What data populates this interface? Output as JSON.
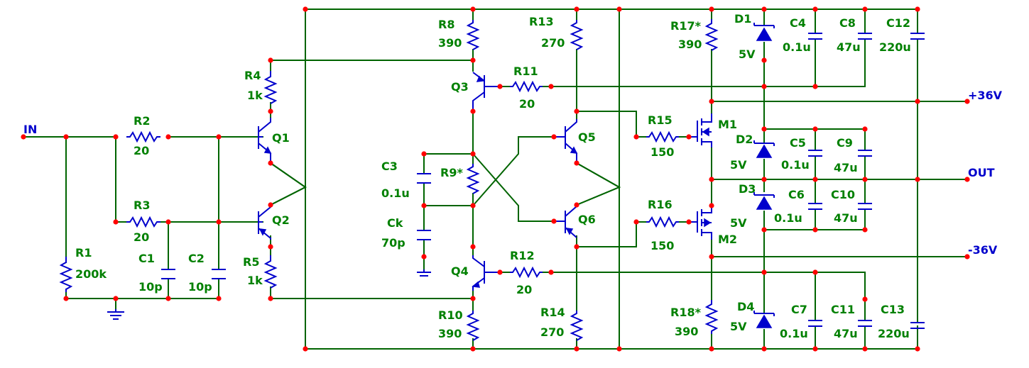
{
  "nets": {
    "input": "IN",
    "pos_rail": "+36V",
    "output": "OUT",
    "neg_rail": "-36V"
  },
  "components": {
    "R1": {
      "ref": "R1",
      "val": "200k"
    },
    "R2": {
      "ref": "R2",
      "val": "20"
    },
    "R3": {
      "ref": "R3",
      "val": "20"
    },
    "R4": {
      "ref": "R4",
      "val": "1k"
    },
    "R5": {
      "ref": "R5",
      "val": "1k"
    },
    "R8": {
      "ref": "R8",
      "val": "390"
    },
    "R9": {
      "ref": "R9*"
    },
    "R10": {
      "ref": "R10",
      "val": "390"
    },
    "R11": {
      "ref": "R11",
      "val": "20"
    },
    "R12": {
      "ref": "R12",
      "val": "20"
    },
    "R13": {
      "ref": "R13",
      "val": "270"
    },
    "R14": {
      "ref": "R14",
      "val": "270"
    },
    "R15": {
      "ref": "R15",
      "val": "150"
    },
    "R16": {
      "ref": "R16",
      "val": "150"
    },
    "R17": {
      "ref": "R17*",
      "val": "390"
    },
    "R18": {
      "ref": "R18*",
      "val": "390"
    },
    "C1": {
      "ref": "C1",
      "val": "10p"
    },
    "C2": {
      "ref": "C2",
      "val": "10p"
    },
    "C3": {
      "ref": "C3",
      "val": "0.1u"
    },
    "Ck": {
      "ref": "Ck",
      "val": "70p"
    },
    "C4": {
      "ref": "C4",
      "val": "0.1u"
    },
    "C5": {
      "ref": "C5",
      "val": "0.1u"
    },
    "C6": {
      "ref": "C6",
      "val": "0.1u"
    },
    "C7": {
      "ref": "C7",
      "val": "0.1u"
    },
    "C8": {
      "ref": "C8",
      "val": "47u"
    },
    "C9": {
      "ref": "C9",
      "val": "47u"
    },
    "C10": {
      "ref": "C10",
      "val": "47u"
    },
    "C11": {
      "ref": "C11",
      "val": "47u"
    },
    "C12": {
      "ref": "C12",
      "val": "220u"
    },
    "C13": {
      "ref": "C13",
      "val": "220u"
    },
    "D1": {
      "ref": "D1",
      "val": "5V"
    },
    "D2": {
      "ref": "D2",
      "val": "5V"
    },
    "D3": {
      "ref": "D3",
      "val": "5V"
    },
    "D4": {
      "ref": "D4",
      "val": "5V"
    },
    "Q1": {
      "ref": "Q1"
    },
    "Q2": {
      "ref": "Q2"
    },
    "Q3": {
      "ref": "Q3"
    },
    "Q4": {
      "ref": "Q4"
    },
    "Q5": {
      "ref": "Q5"
    },
    "Q6": {
      "ref": "Q6"
    },
    "M1": {
      "ref": "M1"
    },
    "M2": {
      "ref": "M2"
    }
  },
  "colors": {
    "wire": "#006400",
    "component": "#0000cc",
    "junction": "#ff0000",
    "label": "#008000"
  }
}
